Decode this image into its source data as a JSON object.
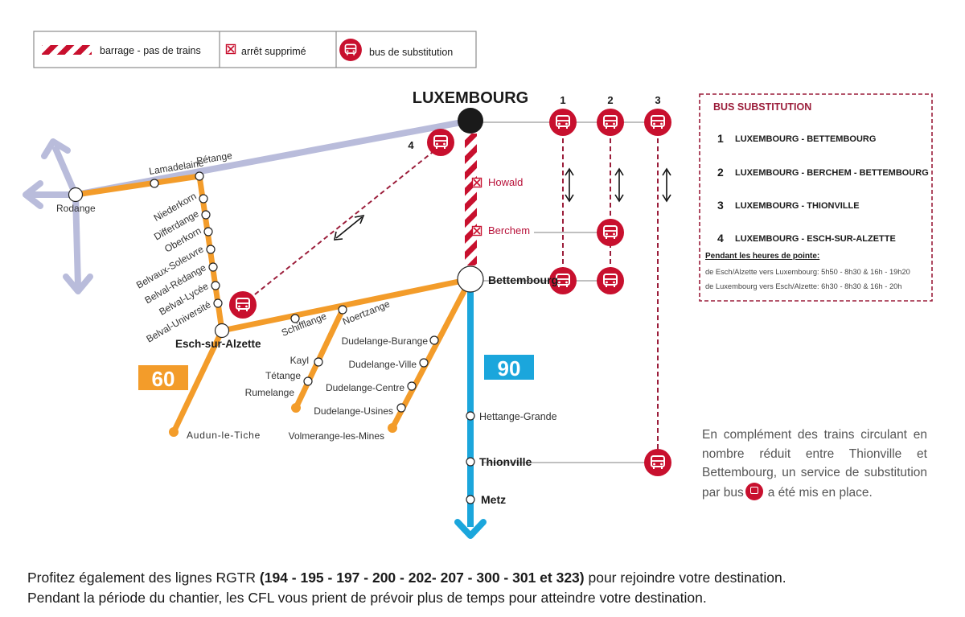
{
  "legend": {
    "closure": "barrage - pas de trains",
    "stop_removed": "arrêt supprimé",
    "bus": "bus de substitution"
  },
  "stations": {
    "luxembourg": "LUXEMBOURG",
    "petange": "Pétange",
    "lamadelaine": "Lamadelaine",
    "rodange": "Rodange",
    "niederkorn": "Niederkorn",
    "differdange": "Differdange",
    "oberkorn": "Oberkorn",
    "belvaux_soleuvre": "Belvaux-Soleuvre",
    "belval_redange": "Belval-Rédange",
    "belval_lycee": "Belval-Lycée",
    "belval_universite": "Belval-Université",
    "esch": "Esch-sur-Alzette",
    "audun": "Audun-le-Tiche",
    "schifflange": "Schifflange",
    "noertzange": "Noertzange",
    "kayl": "Kayl",
    "tetange": "Tétange",
    "rumelange": "Rumelange",
    "dudelange_burange": "Dudelange-Burange",
    "dudelange_ville": "Dudelange-Ville",
    "dudelange_centre": "Dudelange-Centre",
    "dudelange_usines": "Dudelange-Usines",
    "volmerange": "Volmerange-les-Mines",
    "howald": "Howald",
    "berchem": "Berchem",
    "bettembourg": "Bettembourg",
    "hettange": "Hettange-Grande",
    "thionville": "Thionville",
    "metz": "Metz"
  },
  "line_badges": {
    "line60": "60",
    "line90": "90"
  },
  "bus_numbers": {
    "n1": "1",
    "n2": "2",
    "n3": "3",
    "n4": "4"
  },
  "bus_panel": {
    "title": "BUS SUBSTITUTION",
    "routes": [
      {
        "num": "1",
        "name": "LUXEMBOURG - BETTEMBOURG"
      },
      {
        "num": "2",
        "name": "LUXEMBOURG - BERCHEM - BETTEMBOURG"
      },
      {
        "num": "3",
        "name": "LUXEMBOURG - THIONVILLE"
      },
      {
        "num": "4",
        "name": "LUXEMBOURG - ESCH-SUR-ALZETTE"
      }
    ],
    "peak_title": "Pendant les heures de pointe:",
    "peak_1": "de Esch/Alzette vers Luxembourg:  5h50 - 8h30 & 16h - 19h20",
    "peak_2": "de Luxembourg vers Esch/Alzette:  6h30 - 8h30 & 16h - 20h"
  },
  "info": {
    "text_before": "En complément des trains circulant en nombre réduit entre Thionville et Bettembourg, un service de substitution par bus",
    "text_after": "a été mis en place."
  },
  "footer": {
    "l1_a": "Profitez également des lignes RGTR ",
    "l1_b": "(194 - 195 - 197 - 200 - 202- 207 - 300 - 301 et 323)",
    "l1_c": " pour rejoindre votre destination.",
    "line2": "Pendant la période du chantier, les CFL vous prient de prévoir plus de temps pour atteindre votre destination."
  },
  "colors": {
    "orange": "#f39c2a",
    "blue": "#1ba6dc",
    "lavender": "#b9bcdb",
    "red": "#c8102e",
    "dark_red": "#9b1d3a"
  }
}
